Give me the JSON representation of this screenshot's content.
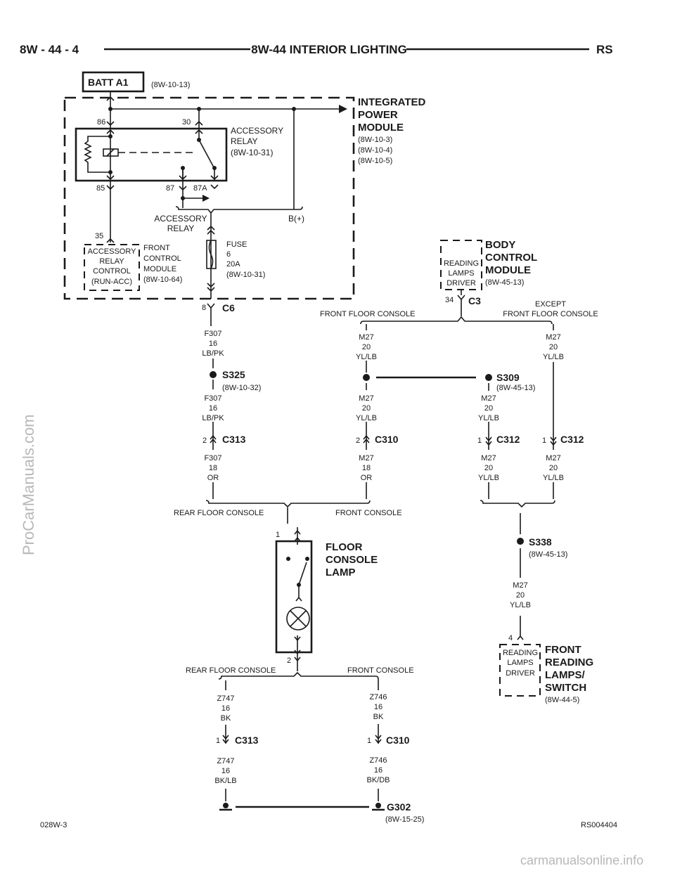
{
  "header": {
    "left": "8W - 44 - 4",
    "title": "8W-44 INTERIOR LIGHTING",
    "right": "RS"
  },
  "batt": {
    "label": "BATT A1",
    "ref": "(8W-10-13)"
  },
  "ipm": {
    "title": [
      "INTEGRATED",
      "POWER",
      "MODULE"
    ],
    "refs": [
      "(8W-10-3)",
      "(8W-10-4)",
      "(8W-10-5)"
    ]
  },
  "relay": {
    "pin86": "86",
    "pin30": "30",
    "pin85": "85",
    "pin87": "87",
    "pin87a": "87A",
    "label": [
      "ACCESSORY",
      "RELAY"
    ],
    "ref": "(8W-10-31)"
  },
  "ipm_splice": {
    "accessory_relay": [
      "ACCESSORY",
      "RELAY"
    ],
    "bplus": "B(+)"
  },
  "fuse": [
    "FUSE",
    "6",
    "20A",
    "(8W-10-31)"
  ],
  "fcm": {
    "pin": "35",
    "box": [
      "ACCESSORY",
      "RELAY",
      "CONTROL",
      "(RUN-ACC)"
    ],
    "label": [
      "FRONT",
      "CONTROL",
      "MODULE",
      "(8W-10-64)"
    ]
  },
  "c6": {
    "pin": "8",
    "name": "C6"
  },
  "bcm": {
    "box": [
      "READING",
      "LAMPS",
      "DRIVER"
    ],
    "title": [
      "BODY",
      "CONTROL",
      "MODULE"
    ],
    "ref": "(8W-45-13)",
    "pin": "34",
    "conn": "C3"
  },
  "branches": {
    "front_floor_console": "FRONT FLOOR CONSOLE",
    "except": [
      "EXCEPT",
      "FRONT FLOOR CONSOLE"
    ],
    "rear_floor_console_1": "REAR FLOOR CONSOLE",
    "front_console_1": "FRONT CONSOLE",
    "rear_floor_console_2": "REAR FLOOR CONSOLE",
    "front_console_2": "FRONT CONSOLE"
  },
  "wires": [
    [
      "F307",
      "16",
      "LB/PK"
    ],
    [
      "F307",
      "16",
      "LB/PK"
    ],
    [
      "F307",
      "18",
      "OR"
    ],
    [
      "M27",
      "20",
      "YL/LB"
    ],
    [
      "M27",
      "20",
      "YL/LB"
    ],
    [
      "M27",
      "18",
      "OR"
    ],
    [
      "M27",
      "20",
      "YL/LB"
    ],
    [
      "M27",
      "20",
      "YL/LB"
    ],
    [
      "M27",
      "20",
      "YL/LB"
    ],
    [
      "M27",
      "20",
      "YL/LB"
    ],
    [
      "M27",
      "20",
      "YL/LB"
    ],
    [
      "Z747",
      "16",
      "BK"
    ],
    [
      "Z746",
      "16",
      "BK"
    ],
    [
      "Z747",
      "16",
      "BK/LB"
    ],
    [
      "Z746",
      "16",
      "BK/DB"
    ]
  ],
  "splices": {
    "s325": {
      "name": "S325",
      "ref": "(8W-10-32)"
    },
    "s309": {
      "name": "S309",
      "ref": "(8W-45-13)"
    },
    "s338": {
      "name": "S338",
      "ref": "(8W-45-13)"
    }
  },
  "connectors": {
    "c313_top": {
      "pin": "2",
      "name": "C313"
    },
    "c310_top": {
      "pin": "2",
      "name": "C310"
    },
    "c312_a": {
      "pin": "1",
      "name": "C312"
    },
    "c312_b": {
      "pin": "1",
      "name": "C312"
    },
    "c313_bottom": {
      "pin": "1",
      "name": "C313"
    },
    "c310_bottom": {
      "pin": "1",
      "name": "C310"
    }
  },
  "lamp": {
    "pin1": "1",
    "pin2": "2",
    "title": [
      "FLOOR",
      "CONSOLE",
      "LAMP"
    ]
  },
  "frl": {
    "pin": "4",
    "box": [
      "READING",
      "LAMPS",
      "DRIVER"
    ],
    "title": [
      "FRONT",
      "READING",
      "LAMPS/",
      "SWITCH"
    ],
    "ref": "(8W-44-5)"
  },
  "ground": {
    "name": "G302",
    "ref": "(8W-15-25)"
  },
  "footer": {
    "left": "028W-3",
    "right": "RS004404"
  },
  "watermarks": {
    "side": "ProCarManuals.com",
    "bottom": "carmanualsonline.info"
  }
}
